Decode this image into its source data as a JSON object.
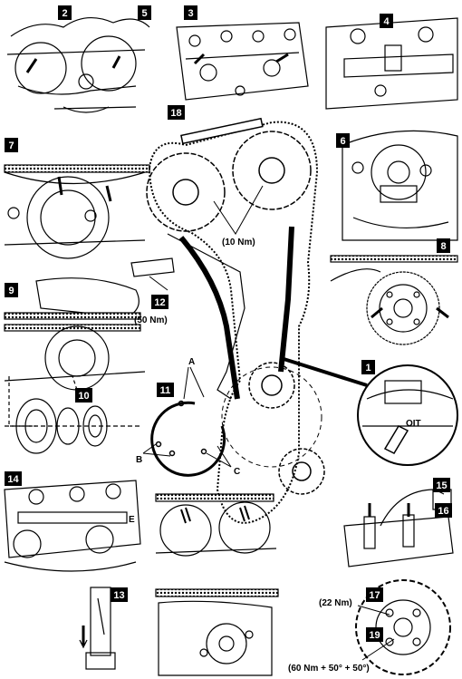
{
  "panel_numbers": [
    "2",
    "5",
    "3",
    "4",
    "18",
    "7",
    "6",
    "8",
    "9",
    "12",
    "1",
    "11",
    "10",
    "14",
    "15",
    "16",
    "13",
    "17",
    "19"
  ],
  "main": {
    "torque_cam": "(10 Nm)",
    "torque_tensioner": "(50 Nm)"
  },
  "panel11": {
    "a": "A",
    "b": "B",
    "c": "C"
  },
  "panel1": {
    "mark": "OIT"
  },
  "panel14": {
    "mark": "E"
  },
  "panel19": {
    "torque_upper": "(22 Nm)",
    "torque_lower": "(60 Nm + 50° + 50°)"
  },
  "colors": {
    "ink": "#000000",
    "paper": "#ffffff",
    "tag": "#000000"
  }
}
